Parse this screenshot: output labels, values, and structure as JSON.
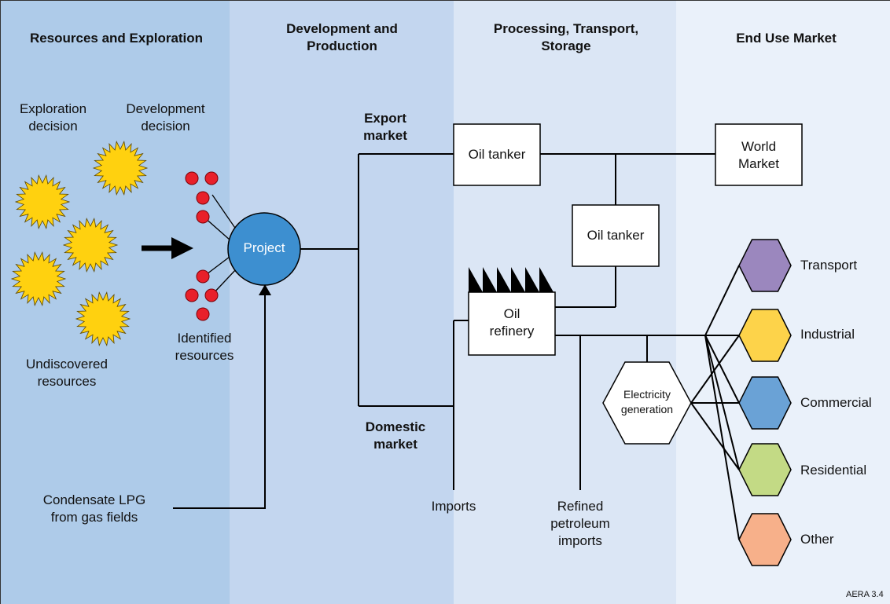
{
  "headers": {
    "resources": "Resources and Exploration",
    "development": "Development and\nProduction",
    "processing": "Processing, Transport,\nStorage",
    "end_use": "End Use Market"
  },
  "labels": {
    "exploration_decision": "Exploration\ndecision",
    "development_decision": "Development\ndecision",
    "undiscovered": "Undiscovered\nresources",
    "identified": "Identified\nresources",
    "project": "Project",
    "condensate": "Condensate LPG\nfrom gas fields",
    "export_market": "Export\nmarket",
    "domestic_market": "Domestic\nmarket",
    "oil_tanker_1": "Oil tanker",
    "oil_tanker_2": "Oil tanker",
    "world_market": "World\nMarket",
    "oil_refinery": "Oil\nrefinery",
    "imports": "Imports",
    "refined_imports": "Refined\npetroleum\nimports",
    "electricity": "Electricity\ngeneration",
    "figure_id": "AERA 3.4"
  },
  "end_uses": [
    {
      "label": "Transport",
      "color": "#9b87be"
    },
    {
      "label": "Industrial",
      "color": "#fdd34a"
    },
    {
      "label": "Commercial",
      "color": "#6aa2d6"
    },
    {
      "label": "Residential",
      "color": "#c3da85"
    },
    {
      "label": "Other",
      "color": "#f7b08a"
    }
  ],
  "colors": {
    "band_1": "#aecbe9",
    "band_2": "#c3d6ef",
    "band_3": "#dbe6f5",
    "band_4": "#eaf1fa",
    "sun": "#ffd10f",
    "project": "#3d8fd0",
    "resource_dot": "#e8202a"
  }
}
